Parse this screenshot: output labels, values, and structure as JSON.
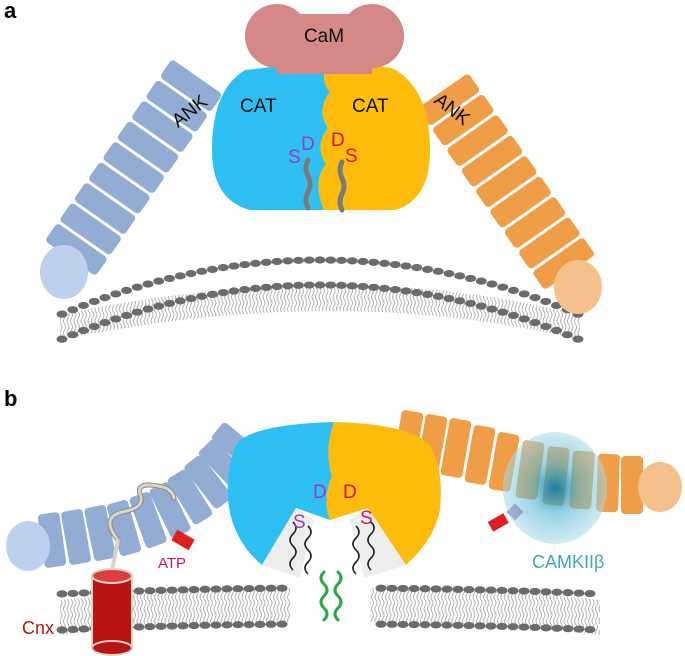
{
  "panels": [
    {
      "letter": "a",
      "labels": {
        "cam": "CaM",
        "cat_left": "CAT",
        "cat_right": "CAT",
        "ank_left": "ANK",
        "ank_right": "ANK",
        "s_left": "S",
        "d_left": "D",
        "d_right": "D",
        "s_right": "S"
      }
    },
    {
      "letter": "b",
      "labels": {
        "s_left": "S",
        "d_left": "D",
        "d_right": "D",
        "s_right": "S",
        "atp": "ATP",
        "cnx": "Cnx",
        "camkii": "CAMKIIβ"
      }
    }
  ],
  "colors": {
    "ank_left": "#93acd3",
    "ank_left_cap": "#bdd0ee",
    "ank_right": "#ef9d47",
    "ank_right_cap": "#f4c08c",
    "cat_left": "#2ec0f2",
    "cat_right": "#fdbc0c",
    "cam": "#d48888",
    "serine": "#9b3bc0",
    "aspartate": "#d4145a",
    "atp": "#e02020",
    "cnx": "#b81414",
    "camkii": "#39a9b8",
    "membrane_head": "#6b6b6b",
    "membrane_tail": "#b5b5b5",
    "peptide": "#2aa845"
  }
}
